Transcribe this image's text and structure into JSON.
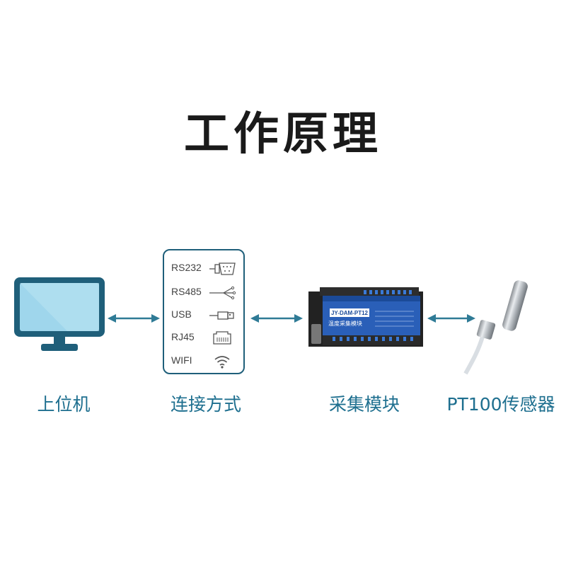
{
  "title": "工作原理",
  "nodes": [
    {
      "id": "host",
      "label": "上位机",
      "icon": "monitor-icon"
    },
    {
      "id": "connection",
      "label": "连接方式",
      "icon": "connection-list"
    },
    {
      "id": "module",
      "label": "采集模块",
      "icon": "device-module"
    },
    {
      "id": "sensor",
      "label": "PT100传感器",
      "icon": "probe-sensor"
    }
  ],
  "connections": [
    {
      "label": "RS232",
      "icon": "db9-connector-icon"
    },
    {
      "label": "RS485",
      "icon": "bus-split-icon"
    },
    {
      "label": "USB",
      "icon": "usb-plug-icon"
    },
    {
      "label": "RJ45",
      "icon": "ethernet-port-icon"
    },
    {
      "label": "WIFI",
      "icon": "wifi-icon"
    }
  ],
  "module": {
    "model": "JY-DAM-PT12",
    "subtitle": "温度采集模块"
  },
  "colors": {
    "accent": "#1e6f8f",
    "arrow": "#2f7b96",
    "monitor_fill": "#9fd6ec",
    "monitor_frame": "#1f5f7a",
    "module_blue": "#2a5fb8",
    "module_dark": "#222222"
  }
}
